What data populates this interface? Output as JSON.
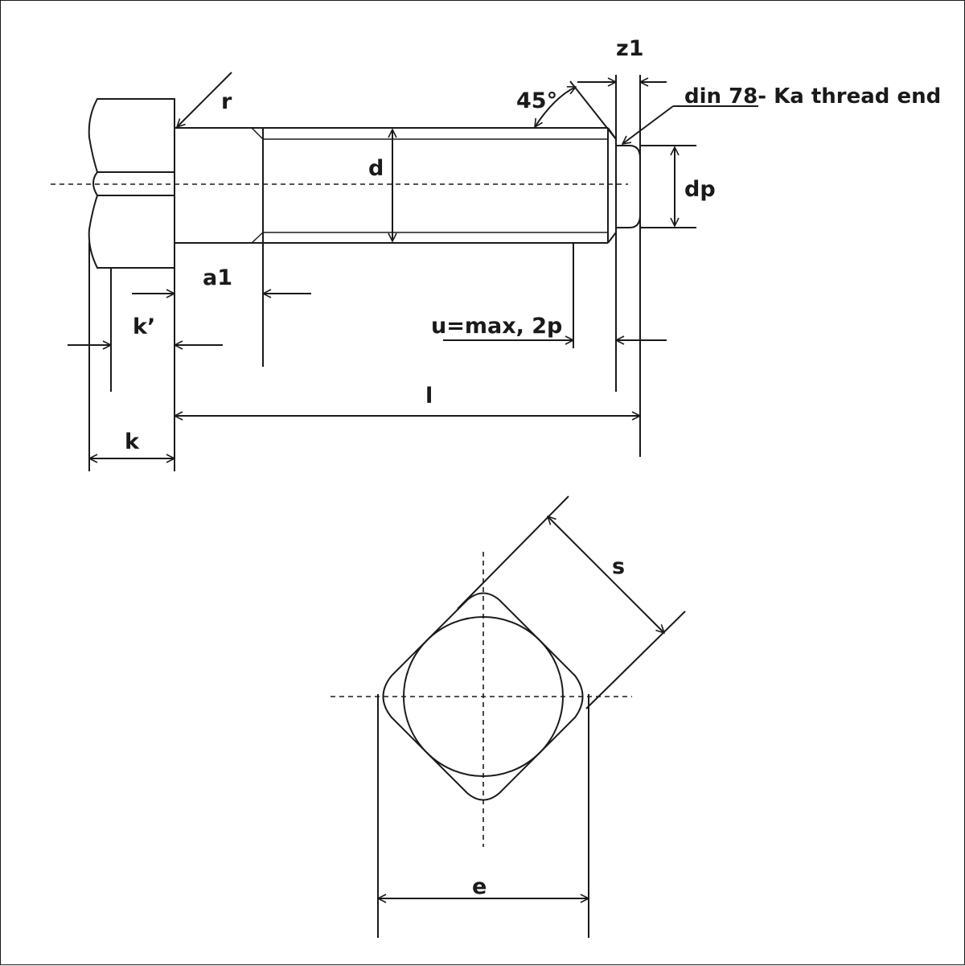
{
  "diagram": {
    "labels": {
      "r": "r",
      "angle": "45°",
      "z1": "z1",
      "thread_end_note": "din 78- Ka thread end",
      "d": "d",
      "dp": "dp",
      "a1": "a1",
      "k_prime": "k’",
      "u": "u=max, 2p",
      "l": "l",
      "k": "k",
      "s": "s",
      "e": "e"
    }
  }
}
